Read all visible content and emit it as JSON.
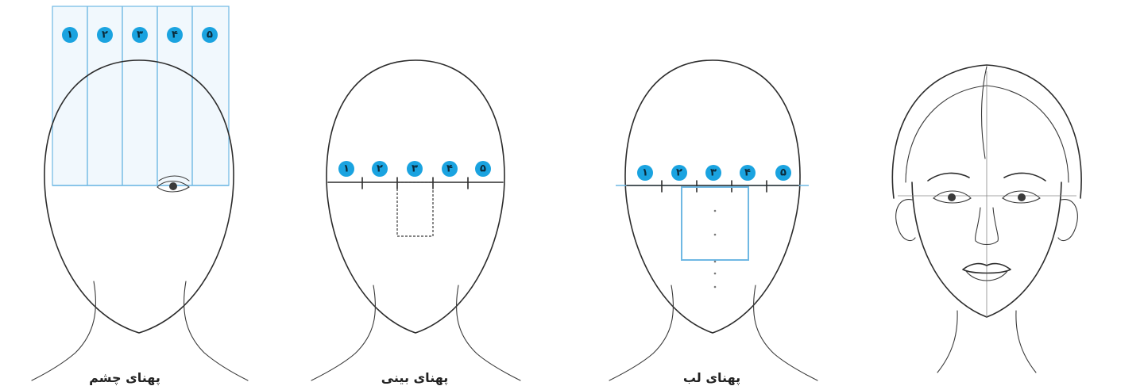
{
  "colors": {
    "accent": "#1aa3e0",
    "guide": "#6fb8e3",
    "ink": "#2c2c2c"
  },
  "panels": [
    {
      "id": "eye",
      "caption": "پهنای چشم",
      "badges": [
        "۱",
        "۲",
        "۳",
        "۴",
        "۵"
      ]
    },
    {
      "id": "nose",
      "caption": "پهنای بینی",
      "badges": [
        "۱",
        "۲",
        "۳",
        "۴",
        "۵"
      ]
    },
    {
      "id": "lips",
      "caption": "پهنای لب",
      "badges": [
        "۱",
        "۲",
        "۳",
        "۴",
        "۵"
      ]
    },
    {
      "id": "face",
      "caption": ""
    }
  ]
}
